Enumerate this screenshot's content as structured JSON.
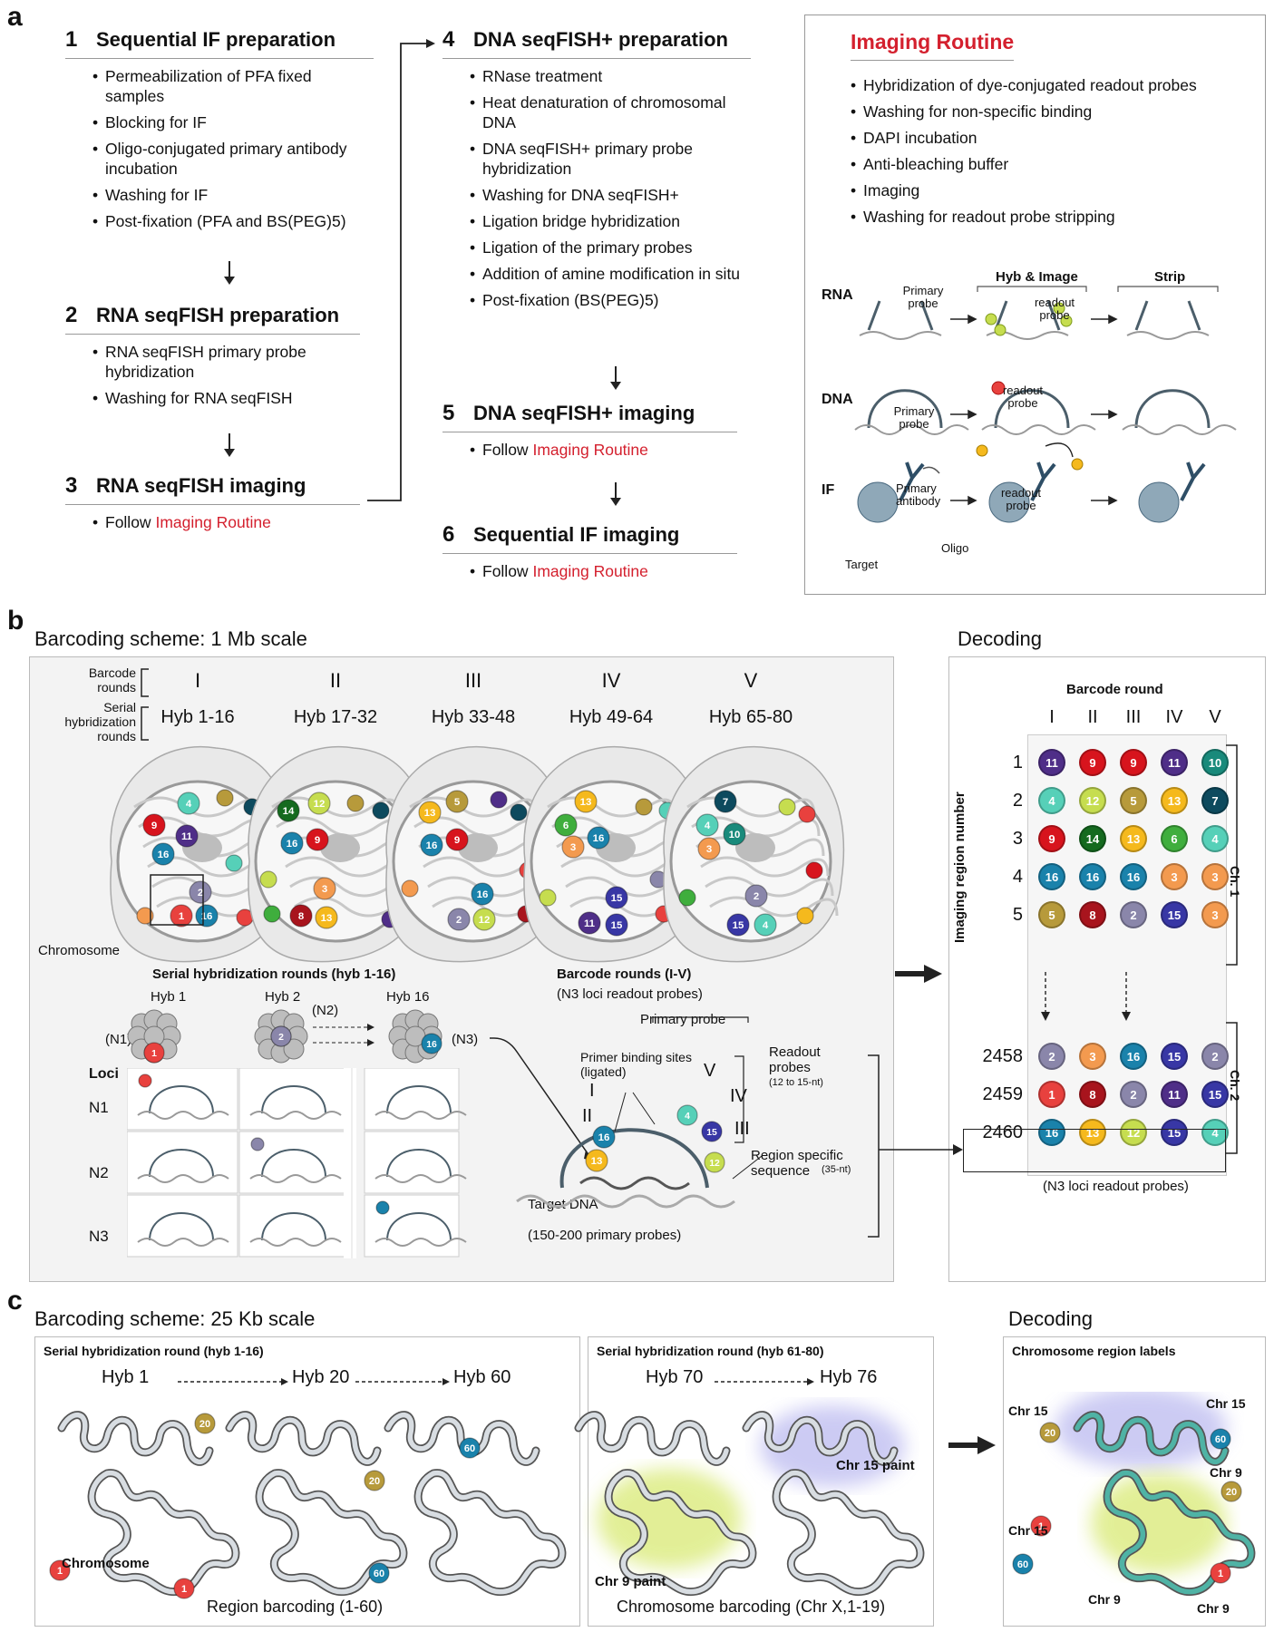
{
  "panel_a": {
    "letter": "a",
    "steps": [
      {
        "num": "1",
        "title": "Sequential IF preparation",
        "items": [
          "Permeabilization of PFA fixed samples",
          "Blocking for IF",
          "Oligo-conjugated primary antibody incubation",
          "Washing for IF",
          "Post-fixation (PFA and BS(PEG)5)"
        ]
      },
      {
        "num": "2",
        "title": "RNA seqFISH preparation",
        "items": [
          "RNA seqFISH primary probe hybridization",
          "Washing for RNA seqFISH"
        ]
      },
      {
        "num": "3",
        "title": "RNA seqFISH imaging",
        "follow_prefix": "Follow",
        "follow_link": "Imaging Routine"
      },
      {
        "num": "4",
        "title": "DNA seqFISH+ preparation",
        "items": [
          "RNase treatment",
          "Heat denaturation of chromosomal DNA",
          "DNA seqFISH+ primary probe hybridization",
          "Washing for DNA seqFISH+",
          "Ligation bridge hybridization",
          "Ligation of the primary probes",
          "Addition of amine modification in situ",
          "Post-fixation (BS(PEG)5)"
        ]
      },
      {
        "num": "5",
        "title": "DNA seqFISH+ imaging",
        "follow_prefix": "Follow",
        "follow_link": "Imaging Routine"
      },
      {
        "num": "6",
        "title": "Sequential IF imaging",
        "follow_prefix": "Follow",
        "follow_link": "Imaging Routine"
      }
    ],
    "routine": {
      "title": "Imaging Routine",
      "items": [
        "Hybridization of dye-conjugated readout probes",
        "Washing for non-specific binding",
        "DAPI incubation",
        "Anti-bleaching buffer",
        "Imaging",
        "Washing for readout probe stripping"
      ],
      "col_hyb": "Hyb & Image",
      "col_strip": "Strip",
      "rna": "RNA",
      "dna": "DNA",
      "if": "IF",
      "primary_probe": "Primary probe",
      "readout_probe": "readout probe",
      "primary_antibody": "Primary antibody",
      "oligo": "Oligo",
      "target": "Target"
    }
  },
  "panel_b": {
    "letter": "b",
    "title_left": "Barcoding scheme: 1 Mb scale",
    "title_right": "Decoding",
    "barcode_rounds_label": "Barcode rounds",
    "serial_label": "Serial hybridization rounds",
    "rounds": [
      "I",
      "II",
      "III",
      "IV",
      "V"
    ],
    "hybs": [
      "Hyb 1-16",
      "Hyb 17-32",
      "Hyb 33-48",
      "Hyb 49-64",
      "Hyb 65-80"
    ],
    "chromosome": "Chromosome",
    "serial_title": "Serial hybridization rounds (hyb 1-16)",
    "hyb1": "Hyb 1",
    "hyb2": "Hyb 2",
    "hyb16": "Hyb 16",
    "n1": "(N1)",
    "n2": "(N2)",
    "n3": "(N3)",
    "loci": "Loci",
    "loci_rows": [
      "N1",
      "N2",
      "N3"
    ],
    "barcode_title": "Barcode rounds (I-V)",
    "barcode_sub": "(N3 loci readout probes)",
    "primary_probe": "Primary probe",
    "primer_sites": "Primer binding sites (ligated)",
    "readout_probes": "Readout probes",
    "readout_nt": "(12 to 15-nt)",
    "region_specific": "Region specific sequence",
    "region_nt": "(35-nt)",
    "target_dna": "Target DNA",
    "primary_count": "(150-200 primary probes)",
    "decode_header": "Barcode round",
    "imaging_region": "Imaging region number",
    "ch1": "Ch. 1",
    "ch2": "Ch. 2",
    "decode_footer": "(N3 loci readout probes)",
    "decode_rows": [
      {
        "id": "1",
        "vals": [
          "11",
          "9",
          "9",
          "11",
          "10"
        ]
      },
      {
        "id": "2",
        "vals": [
          "4",
          "12",
          "5",
          "13",
          "7"
        ]
      },
      {
        "id": "3",
        "vals": [
          "9",
          "14",
          "13",
          "6",
          "4"
        ]
      },
      {
        "id": "4",
        "vals": [
          "16",
          "16",
          "16",
          "3",
          "3"
        ]
      },
      {
        "id": "5",
        "vals": [
          "5",
          "8",
          "2",
          "15",
          "3"
        ]
      },
      {
        "id": "2458",
        "vals": [
          "2",
          "3",
          "16",
          "15",
          "2"
        ]
      },
      {
        "id": "2459",
        "vals": [
          "1",
          "8",
          "2",
          "11",
          "15"
        ]
      },
      {
        "id": "2460",
        "vals": [
          "16",
          "13",
          "12",
          "15",
          "4"
        ]
      }
    ],
    "colors": {
      "1": "#e8413e",
      "2": "#8a86aa",
      "3": "#f39a4f",
      "4": "#56d0b8",
      "5": "#b79a3b",
      "6": "#3fae3d",
      "7": "#0d4a5e",
      "8": "#a8141d",
      "9": "#d7141d",
      "10": "#198a7b",
      "11": "#4f2e88",
      "12": "#c6dd4f",
      "13": "#f5b91d",
      "14": "#156a1f",
      "15": "#3837a5",
      "16": "#1a82ab"
    }
  },
  "panel_c": {
    "letter": "c",
    "title_left": "Barcoding scheme: 25 Kb scale",
    "title_right": "Decoding",
    "box1_title": "Serial hybridization round (hyb 1-16)",
    "box1_hybs": [
      "Hyb 1",
      "Hyb 20",
      "Hyb 60"
    ],
    "box1_footer": "Region barcoding (1-60)",
    "chromosome": "Chromosome",
    "box2_title": "Serial hybridization round (hyb 61-80)",
    "box2_hybs": [
      "Hyb 70",
      "Hyb 76"
    ],
    "chr9_paint": "Chr 9 paint",
    "chr15_paint": "Chr 15 paint",
    "box2_footer": "Chromosome barcoding (Chr X,1-19)",
    "box3_title": "Chromosome region labels",
    "labels": [
      "Chr 15",
      "Chr 15",
      "Chr 9",
      "Chr 15",
      "Chr 9",
      "Chr 9"
    ],
    "c1": "1",
    "c20": "20",
    "c60": "60"
  }
}
